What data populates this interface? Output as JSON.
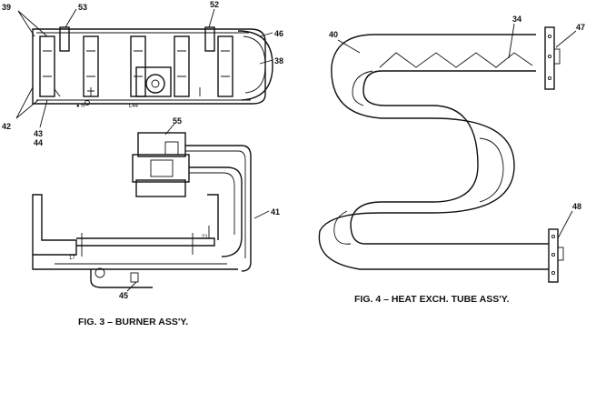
{
  "fig3": {
    "caption": "FIG. 3 – BURNER ASS'Y.",
    "labels": {
      "l39": "39",
      "l53": "53",
      "l52": "52",
      "l46": "46",
      "l38": "38",
      "l42": "42",
      "l43": "43",
      "l44": "44",
      "l55": "55",
      "l41": "41",
      "l45": "45"
    }
  },
  "fig4": {
    "caption": "FIG. 4 – HEAT EXCH. TUBE ASS'Y.",
    "labels": {
      "l40": "40",
      "l34": "34",
      "l47": "47",
      "l48": "48"
    }
  }
}
